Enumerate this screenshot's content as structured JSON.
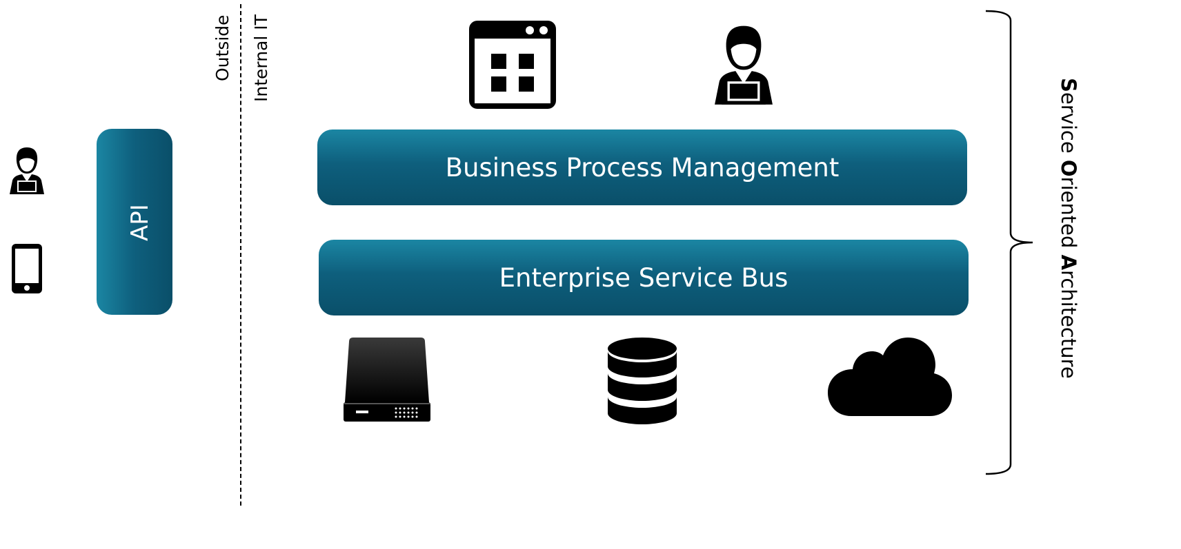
{
  "zones": {
    "outside": "Outside",
    "internal": "Internal IT"
  },
  "api": {
    "label": "API"
  },
  "layers": {
    "bpm": "Business Process Management",
    "esb": "Enterprise Service Bus"
  },
  "soa": {
    "s_initial": "S",
    "s_rest": "ervice ",
    "o_initial": "O",
    "o_rest": "riented ",
    "a_initial": "A",
    "a_rest": "rchitecture"
  },
  "icons": {
    "external_user": "user-laptop-icon",
    "mobile": "smartphone-icon",
    "application": "app-window-icon",
    "internal_user": "user-laptop-icon",
    "storage": "hard-drive-icon",
    "database": "database-icon",
    "cloud": "cloud-icon"
  },
  "colors": {
    "bar_light": "#1b86a3",
    "bar_dark": "#0a4f69",
    "icon": "#000000"
  }
}
